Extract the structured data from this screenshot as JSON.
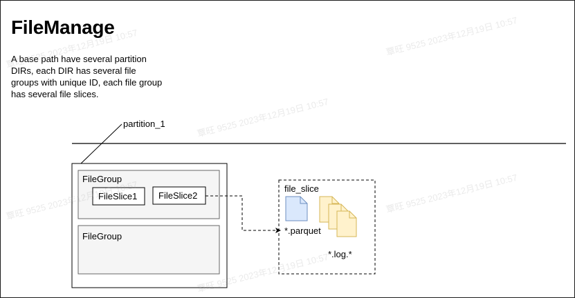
{
  "title": "FileManage",
  "description": "A base path have several partition DIRs, each DIR has several file groups with unique ID, each file group has several file slices.",
  "partition_label": "partition_1",
  "file_groups": [
    {
      "label": "FileGroup",
      "slices": [
        "FileSlice1",
        "FileSlice2"
      ]
    },
    {
      "label": "FileGroup",
      "slices": []
    }
  ],
  "file_slice": {
    "label": "file_slice",
    "parquet_label": "*.parquet",
    "log_label": "*.log.*"
  },
  "colors": {
    "parquet_fill": "#dae8fc",
    "parquet_stroke": "#6c8ebf",
    "log_fill": "#fff2cc",
    "log_stroke": "#d6b656",
    "group_fill": "#f5f5f5",
    "group_stroke": "#666666"
  },
  "watermark": "覃旺 9525 2023年12月19日 10:57"
}
